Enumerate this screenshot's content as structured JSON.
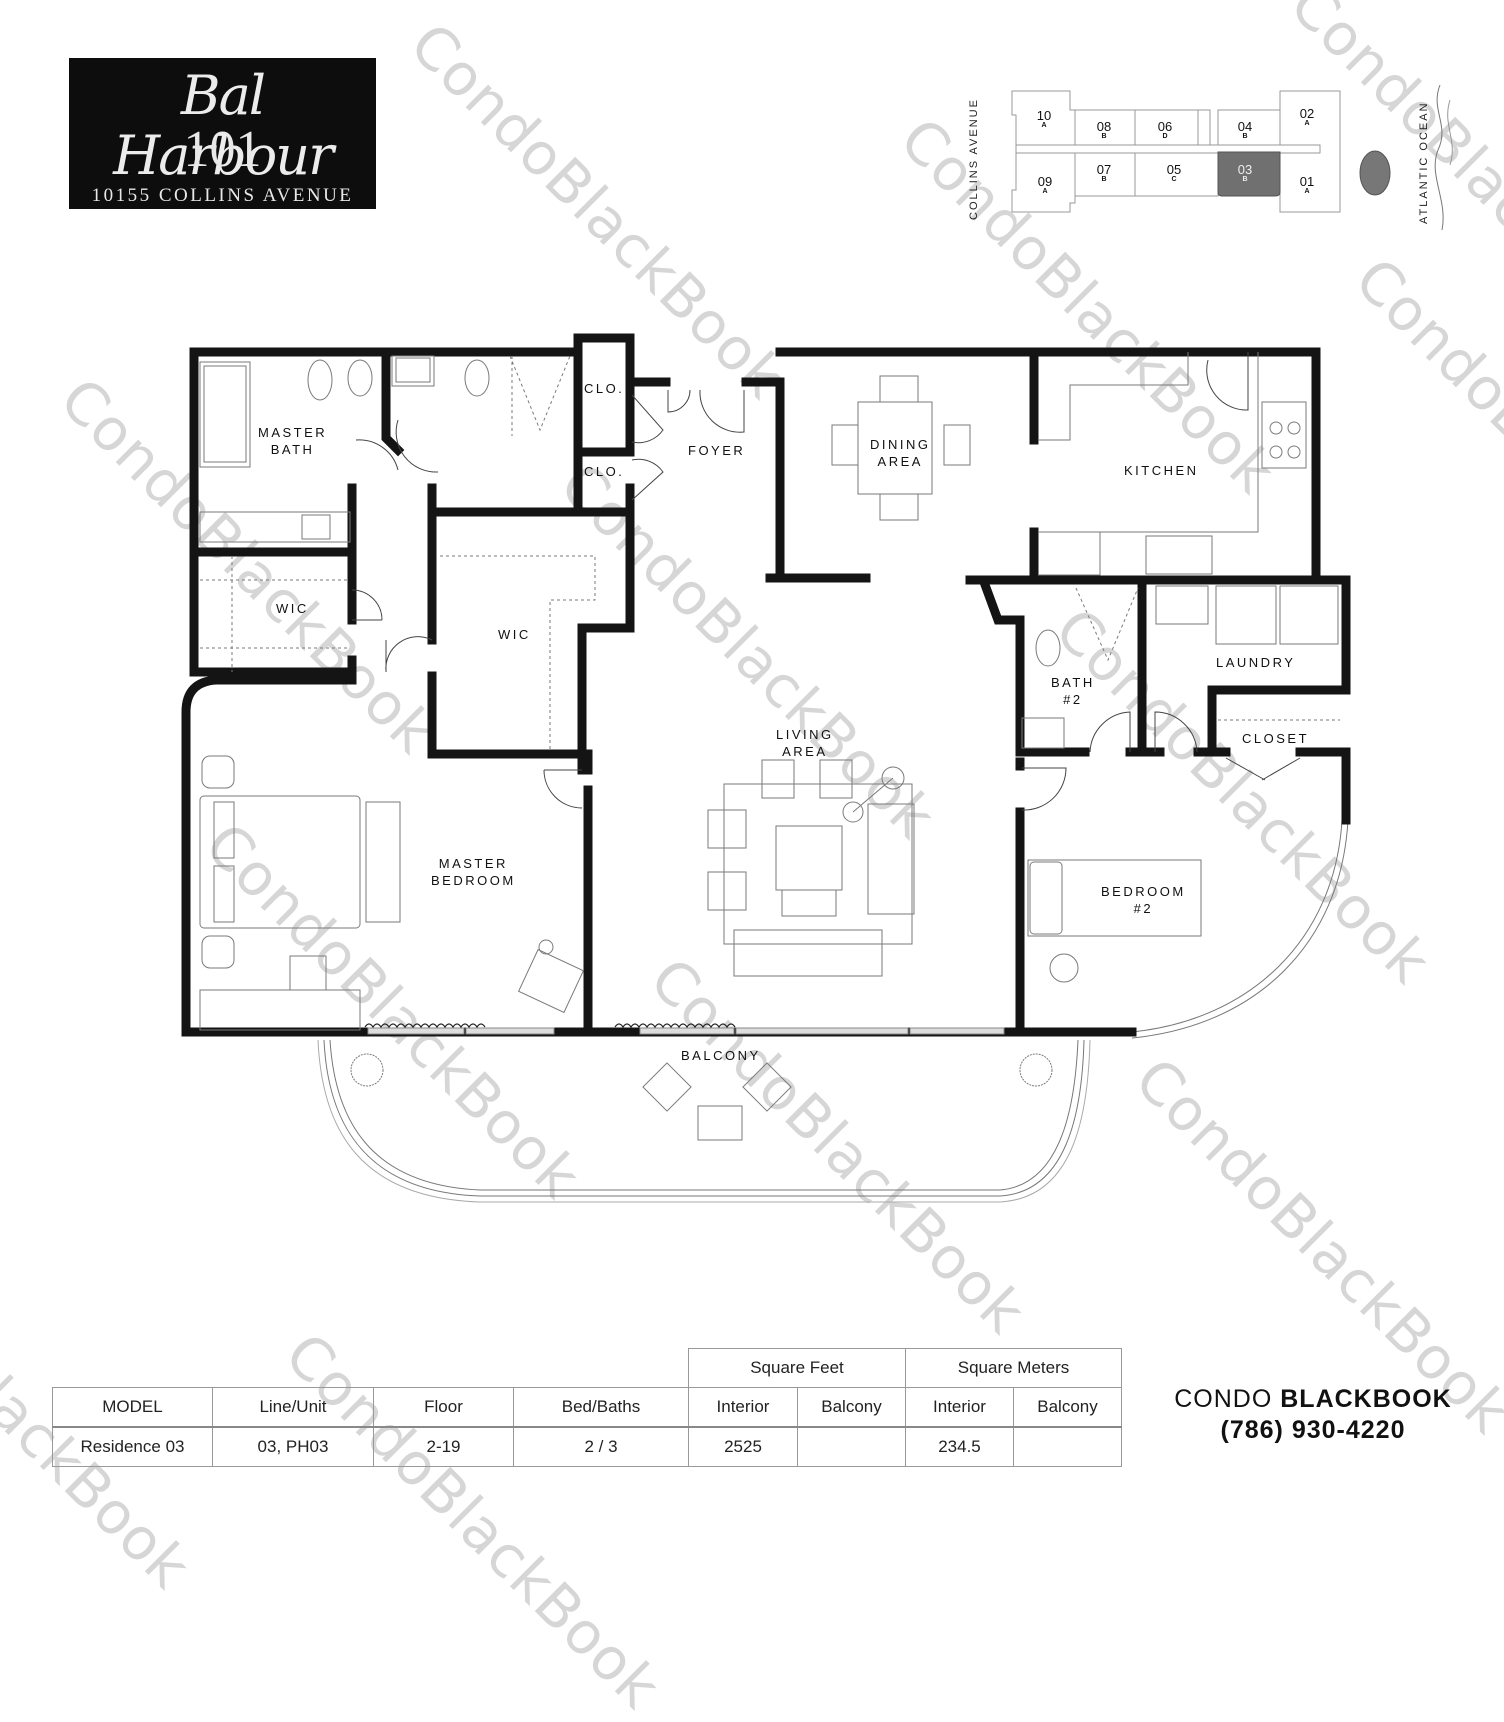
{
  "logo": {
    "name": "Bal Harbour",
    "number": "101",
    "address": "10155 COLLINS AVENUE"
  },
  "keyplate": {
    "street_west": "COLLINS AVENUE",
    "street_east": "ATLANTIC OCEAN",
    "selected_unit": "03",
    "highlight_color": "#707070",
    "units": [
      {
        "number": "10",
        "type": "A"
      },
      {
        "number": "08",
        "type": "B"
      },
      {
        "number": "06",
        "type": "D"
      },
      {
        "number": "04",
        "type": "B"
      },
      {
        "number": "02",
        "type": "A"
      },
      {
        "number": "09",
        "type": "A"
      },
      {
        "number": "07",
        "type": "B"
      },
      {
        "number": "05",
        "type": "C"
      },
      {
        "number": "03",
        "type": "B"
      },
      {
        "number": "01",
        "type": "A"
      }
    ]
  },
  "rooms": {
    "master_bath": [
      "MASTER",
      "BATH"
    ],
    "clo_1": "CLO.",
    "clo_2": "CLO.",
    "foyer": "FOYER",
    "dining": [
      "DINING",
      "AREA"
    ],
    "kitchen": "KITCHEN",
    "wic_1": "WIC",
    "wic_2": "WIC",
    "living": [
      "LIVING",
      "AREA"
    ],
    "bath_2": [
      "BATH",
      "#2"
    ],
    "laundry": "LAUNDRY",
    "closet": "CLOSET",
    "master_bedroom": [
      "MASTER",
      "BEDROOM"
    ],
    "bedroom_2": [
      "BEDROOM",
      "#2"
    ],
    "balcony": "BALCONY"
  },
  "watermark": "CondoBlackBook",
  "spec_table": {
    "group_headers": {
      "square_feet": "Square Feet",
      "square_meters": "Square Meters"
    },
    "headers": [
      "MODEL",
      "Line/Unit",
      "Floor",
      "Bed/Baths",
      "Interior",
      "Balcony",
      "Interior",
      "Balcony"
    ],
    "row": {
      "model": "Residence 03",
      "line_unit": "03, PH03",
      "floor": "2-19",
      "bed_baths": "2 / 3",
      "sqft_interior": "2525",
      "sqft_balcony": "",
      "sqm_interior": "234.5",
      "sqm_balcony": ""
    }
  },
  "brand": {
    "name_light": "CONDO",
    "name_bold": "BLACKBOOK",
    "phone": "(786) 930-4220"
  },
  "colors": {
    "wall": "#141414",
    "furniture": "#7a7a7a",
    "watermark": "#d6d6d6",
    "table_border": "#999999"
  }
}
